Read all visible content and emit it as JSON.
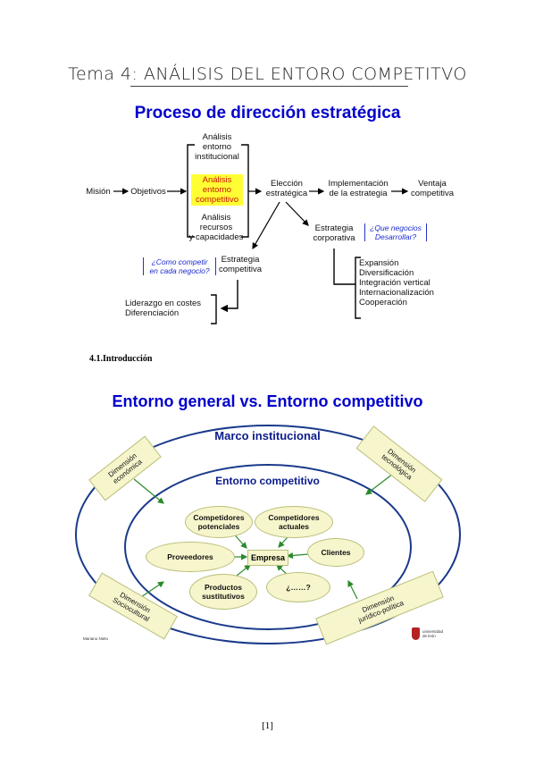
{
  "document": {
    "title": "Tema 4: ANÁLISIS DEL ENTORO COMPETITVO",
    "section_heading": "4.1.Introducción",
    "page_number": "[1]"
  },
  "diagram1": {
    "title": "Proceso de dirección estratégica",
    "mision": "Misión",
    "objetivos": "Objetivos",
    "analisis_inst": "Análisis\nentorno\ninstitucional",
    "analisis_comp": "Análisis\nentorno\ncompetitivo",
    "analisis_rec": "Análisis\nrecursos\ny capacidades",
    "eleccion": "Elección\nestratégica",
    "implementacion": "Implementación\nde la estrategia",
    "ventaja": "Ventaja\ncompetitiva",
    "estrategia_corp": "Estrategia\ncorporativa",
    "q_negocios": "¿Que negocios\nDesarrollar?",
    "estrategia_comp": "Estrategia\ncompetitiva",
    "q_competir": "¿Como competir\nen cada negocio?",
    "liderazgo": "Liderazgo en costes\nDiferenciación",
    "corp_list": [
      "Expansión",
      "Diversificación",
      "Integración vertical",
      "Internacionalización",
      "Cooperación"
    ]
  },
  "diagram2": {
    "title": "Entorno general vs. Entorno competitivo",
    "marco": "Marco institucional",
    "entorno_comp": "Entorno competitivo",
    "competidores_pot": "Competidores\npotenciales",
    "competidores_act": "Competidores\nactuales",
    "proveedores": "Proveedores",
    "empresa": "Empresa",
    "clientes": "Clientes",
    "productos": "Productos\nsustitutivos",
    "otros": "¿……?",
    "dim_economica": "Dimensión\neconómica",
    "dim_tecnologica": "Dimensión\ntecnológica",
    "dim_sociocultural": "Dimensión\nSociocultural",
    "dim_juridico": "Dimensión\njurídico-política",
    "author": "Mariano Nieto",
    "logo_text": "universidad\nde león"
  },
  "colors": {
    "title_blue": "#0000cc",
    "highlight": "#ffff33",
    "highlight_text": "#d01010",
    "ellipse_fill": "#f7f5cc",
    "arrow_green": "#2a8a2a"
  }
}
